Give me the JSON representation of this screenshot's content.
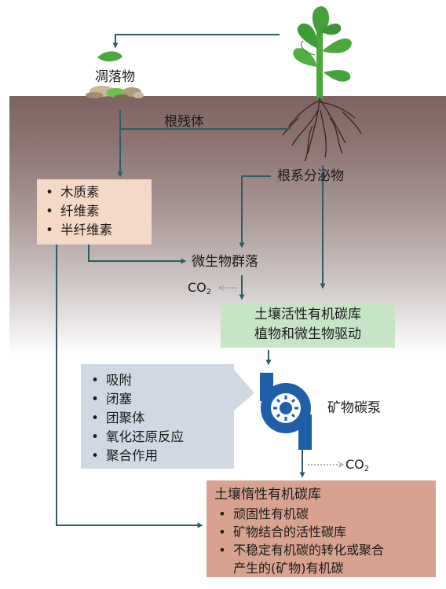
{
  "labels": {
    "litter": "凋落物",
    "root_residue": "根残体",
    "root_exudates": "根系分泌物",
    "microbial_community": "微生物群落",
    "mineral_pump": "矿物碳泵",
    "co2_main": "CO",
    "co2_sub": "2"
  },
  "lignin_box": {
    "bullet": "•",
    "items": [
      "木质素",
      "纤维素",
      "半纤维素"
    ]
  },
  "active_pool": {
    "line1": "土壤活性有机碳库",
    "line2": "植物和微生物驱动"
  },
  "processes": {
    "bullet": "•",
    "items": [
      "吸附",
      "闭塞",
      "团聚体",
      "氧化还原反应",
      "聚合作用"
    ]
  },
  "inert_pool": {
    "title": "土壤惰性有机碳库",
    "bullet": "•",
    "item1": "顽固性有机碳",
    "item2": "矿物结合的活性碳库",
    "item3_line1": "不稳定有机碳的转化或聚合",
    "item3_line2": "产生的(矿物)有机碳"
  },
  "colors": {
    "arrow": "#2e5d63",
    "plant_green": "#4aa83c",
    "pump_blue": "#1e5fa8",
    "soil_top": "#7d6360",
    "lignin_box": "#f4d8c8",
    "active_box": "#c7e5c6",
    "process_box": "#d0d8e4",
    "inert_box": "#d7a290"
  }
}
